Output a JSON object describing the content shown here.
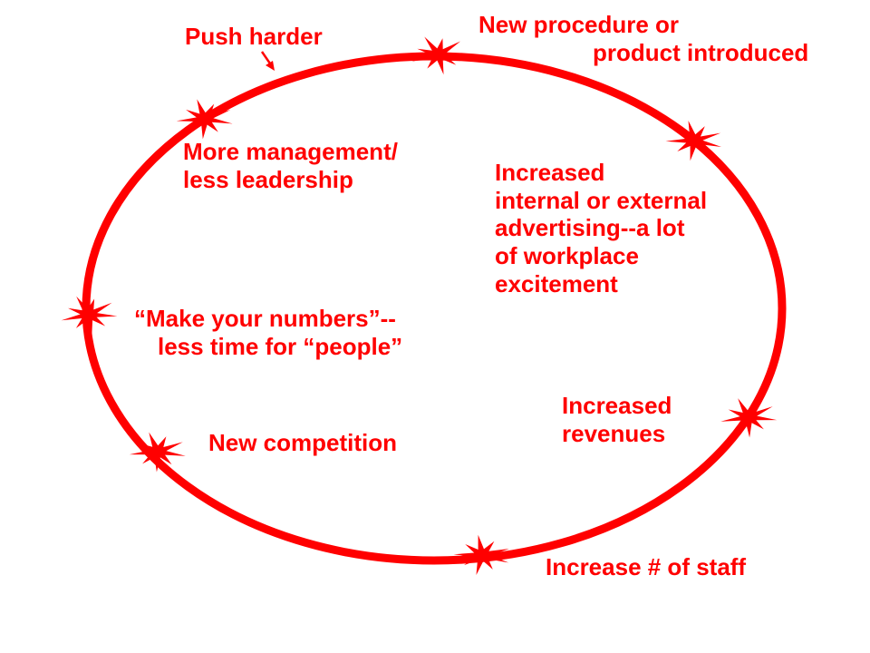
{
  "diagram": {
    "type": "cycle",
    "colors": {
      "loop": "#ff0000",
      "burst": "#ff0000",
      "text": "#ff0000",
      "background": "#ffffff"
    },
    "stages": [
      {
        "id": "new-procedure",
        "icon": "burst-icon",
        "lines": [
          "New procedure or",
          "product introduced"
        ]
      },
      {
        "id": "increased-adv",
        "icon": "burst-icon",
        "lines": [
          "Increased",
          "internal or external",
          "advertising--a lot",
          "of workplace",
          "excitement"
        ]
      },
      {
        "id": "revenues",
        "icon": "burst-icon",
        "lines": [
          "Increased",
          "revenues"
        ]
      },
      {
        "id": "staff",
        "icon": "burst-icon",
        "lines": [
          "Increase # of staff"
        ]
      },
      {
        "id": "new-competition",
        "icon": "burst-icon",
        "lines": [
          "New competition"
        ]
      },
      {
        "id": "make-numbers",
        "icon": "burst-icon",
        "lines": [
          "“Make your numbers”--",
          "less time for “people”"
        ]
      },
      {
        "id": "more-mgmt",
        "icon": "burst-icon",
        "lines": [
          "More management/",
          "less leadership"
        ]
      },
      {
        "id": "push-harder",
        "icon": "burst-icon",
        "pointer_icon": "arrow-icon",
        "lines": [
          "Push harder"
        ]
      }
    ]
  }
}
